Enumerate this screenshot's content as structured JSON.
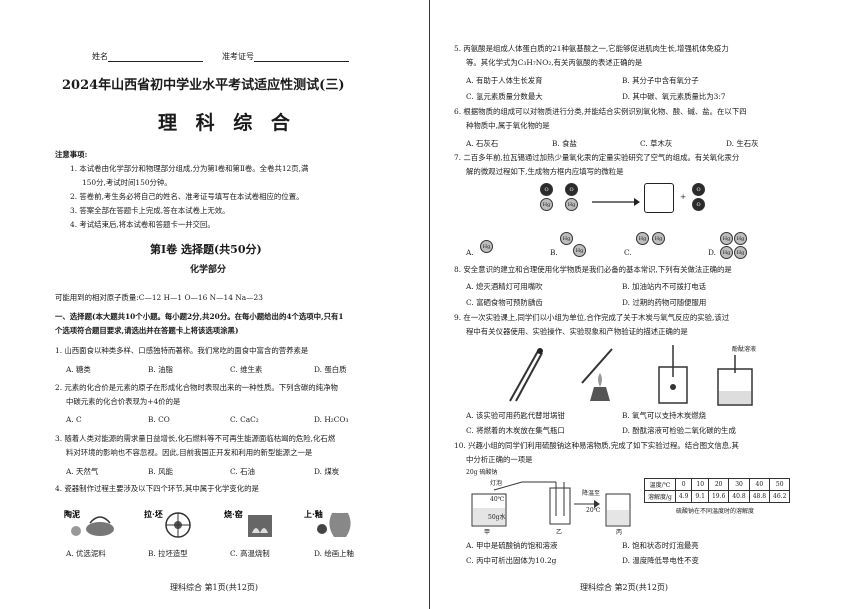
{
  "header": {
    "name_label": "姓名",
    "ticket_label": "准考证号",
    "exam_title": "2024年山西省初中学业水平考试适应性测试(三)",
    "subject_title": "理 科 综 合"
  },
  "notice": {
    "heading": "注意事项:",
    "items": [
      "1. 本试卷由化学部分和物理部分组成,分为第Ⅰ卷和第Ⅱ卷。全卷共12页,满",
      "150分,考试时间150分钟。",
      "2. 答卷前,考生务必将自己的姓名、准考证号填写在本试卷相应的位置。",
      "3. 答案全部在答题卡上完成,答在本试卷上无效。",
      "4. 考试结束后,将本试卷和答题卡一并交回。"
    ]
  },
  "section": {
    "title": "第Ⅰ卷  选择题(共50分)",
    "part": "化学部分",
    "atomic_mass": "可能用到的相对原子质量:C—12  H—1  O—16  N—14  Na—23",
    "instr_1": "一、选择题(本大题共10个小题。每小题2分,共20分。在每小题给出的4个选项中,只有1",
    "instr_2": "个选项符合题目要求,请选出并在答题卡上将该选项涂黑)"
  },
  "questions_left": {
    "q1": {
      "stem": "1. 山西面食以种类多样、口感独特而著称。我们常吃的面食中富含的营养素是",
      "options": [
        "A. 糖类",
        "B. 油脂",
        "C. 维生素",
        "D. 蛋白质"
      ]
    },
    "q2": {
      "stem_1": "2. 元素的化合价是元素的原子在形成化合物时表现出来的一种性质。下列含碳的纯净物",
      "stem_2": "中碳元素的化合价表现为+4价的是",
      "options": [
        "A. C",
        "B. CO",
        "C. CaC₂",
        "D. H₂CO₃"
      ]
    },
    "q3": {
      "stem_1": "3. 随着人类对能源的需求量日益增长,化石燃料等不可再生能源面临枯竭的危险,化石燃",
      "stem_2": "料对环境的影响也不容忽视。因此,目前我国正开发和利用的新型能源之一是",
      "options": [
        "A. 天然气",
        "B. 风能",
        "C. 石油",
        "D. 煤炭"
      ]
    },
    "q4": {
      "stem": "4. 瓷器制作过程主要涉及以下四个环节,其中属于化学变化的是",
      "images": [
        "陶泥",
        "拉·坯",
        "烧·窑",
        "上·釉"
      ],
      "options": [
        "A. 优选泥料",
        "B. 拉坯造型",
        "C. 高温烧制",
        "D. 绘画上釉"
      ]
    }
  },
  "questions_right": {
    "q5": {
      "stem_1": "5. 丙氨酸是组成人体蛋白质的21种氨基酸之一,它能够促进肌肉生长,增强机体免疫力",
      "stem_2": "等。其化学式为C₃H₇NO₂,有关丙氨酸的表述正确的是",
      "options": [
        "A. 有助于人体生长发育",
        "B. 其分子中含有氧分子",
        "C. 氢元素质量分数最大",
        "D. 其中碳、氧元素质量比为3:7"
      ]
    },
    "q6": {
      "stem_1": "6. 根据物质的组成可以对物质进行分类,并能结合实例识别氧化物、酸、碱、盐。在以下四",
      "stem_2": "种物质中,属于氧化物的是",
      "options": [
        "A. 石灰石",
        "B. 食盐",
        "C. 草木灰",
        "D. 生石灰"
      ]
    },
    "q7": {
      "stem_1": "7. 二百多年前,拉瓦锡通过加热少量氧化汞的定量实验研究了空气的组成。有关氧化汞分",
      "stem_2": "解的微观过程如下,生成物方框内应填写的微粒是",
      "hg": "Hg",
      "o": "O",
      "options": [
        "A.",
        "B.",
        "C.",
        "D."
      ]
    },
    "q8": {
      "stem": "8. 安全意识的建立和合理使用化学物质是我们必备的基本常识,下列有关做法正确的是",
      "options": [
        "A. 熄灭酒精灯可用嘴吹",
        "B. 加油站内不可拨打电话",
        "C. 富硒食物可预防龋齿",
        "D. 过期的药物可随便服用"
      ]
    },
    "q9": {
      "stem_1": "9. 在一次实验课上,同学们以小组为单位,合作完成了关于木炭与氧气反应的实验,该过",
      "stem_2": "程中有关仪器使用、实验操作、实验现象和产物验证的描述正确的是",
      "label": "酚酞溶液",
      "options": [
        "A. 该实验可用药匙代替坩埚钳",
        "B. 氧气可以支持木炭燃烧",
        "C. 将燃着的木炭放在集气瓶口",
        "D. 酚酞溶液可检验二氧化碳的生成"
      ]
    },
    "q10": {
      "stem_1": "10. 兴趣小组的同学们利用硫酸钠这种易溶物质,完成了如下实验过程。结合图文信息,其",
      "stem_2": "中分析正确的一项是",
      "apparatus": [
        "20g 硫酸钠",
        "灯泡",
        "40℃",
        "50g水",
        "降温至",
        "20℃",
        "甲",
        "乙",
        "丙"
      ],
      "table_header": [
        "温度/℃",
        "0",
        "10",
        "20",
        "30",
        "40",
        "50"
      ],
      "table_row": [
        "溶解度/g",
        "4.9",
        "9.1",
        "19.6",
        "40.8",
        "48.8",
        "46.2"
      ],
      "table_caption": "硫酸钠在不同温度时的溶解度",
      "options": [
        "A. 甲中是硫酸钠的饱和溶液",
        "B. 饱和状态时灯泡最亮",
        "C. 丙中可析出固体为10.2g",
        "D. 温度降低导电性不变"
      ]
    }
  },
  "footer": {
    "left": "理科综合  第1页(共12页)",
    "right": "理科综合  第2页(共12页)"
  }
}
